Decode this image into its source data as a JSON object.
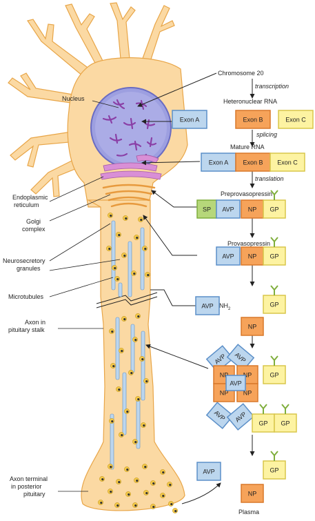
{
  "labels": {
    "chromosome": "Chromosome 20",
    "nucleus": "Nucleus",
    "transcription": "transcription",
    "heteronuclear_rna": "Heteronuclear RNA",
    "splicing": "splicing",
    "mature_rna": "Mature RNA",
    "translation": "translation",
    "preprovasopressin": "Preprovasopressin",
    "provasopressin": "Provasopressin",
    "er_line1": "Endoplasmic",
    "er_line2": "reticulum",
    "golgi_line1": "Golgi",
    "golgi_line2": "complex",
    "granules_line1": "Neurosecretory",
    "granules_line2": "granules",
    "microtubules": "Microtubules",
    "axon_line1": "Axon in",
    "axon_line2": "pituitary stalk",
    "terminal_line1": "Axon terminal",
    "terminal_line2": "in posterior",
    "terminal_line3": "pituitary",
    "plasma": "Plasma",
    "nh2": "NH",
    "nh2_sub": "2"
  },
  "boxes": {
    "exon_a": "Exon A",
    "exon_b": "Exon B",
    "exon_c": "Exon C",
    "sp": "SP",
    "avp": "AVP",
    "np": "NP",
    "gp": "GP"
  },
  "colors": {
    "cell": "#fbd9a3",
    "cell_stroke": "#e8a547",
    "nucleus": "#9d9fe0",
    "chromosome": "#8a3fa6",
    "er": "#d98fd6",
    "blue_box": "#bcd6ee",
    "blue_stroke": "#5b8fc8",
    "orange_box": "#f6a35a",
    "orange_stroke": "#d9782a",
    "yellow_box": "#fdf3a2",
    "yellow_stroke": "#d8c64a",
    "green_box": "#b6d77a",
    "green_stroke": "#7fae3c",
    "microtubule": "#bcd6ee"
  }
}
